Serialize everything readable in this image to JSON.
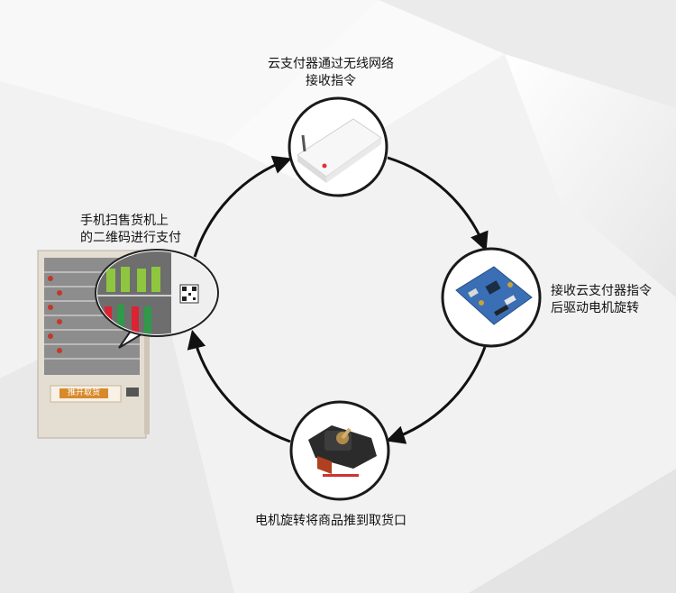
{
  "steps": [
    {
      "id": "cloud",
      "lines": [
        "云支付器通过无线网络",
        "接收指令"
      ]
    },
    {
      "id": "board",
      "lines": [
        "接收云支付器指令",
        "后驱动电机旋转"
      ]
    },
    {
      "id": "motor",
      "lines": [
        "电机旋转将商品推到取货口"
      ]
    },
    {
      "id": "scan",
      "lines": [
        "手机扫售货机上",
        "的二维码进行支付"
      ]
    }
  ],
  "vending_machine": {
    "panel_label": "推开取货"
  },
  "colors": {
    "arrow": "#111111",
    "circle_border": "#1a1a1a",
    "background": "#f3f3f3",
    "board": "#3a6fb5"
  }
}
